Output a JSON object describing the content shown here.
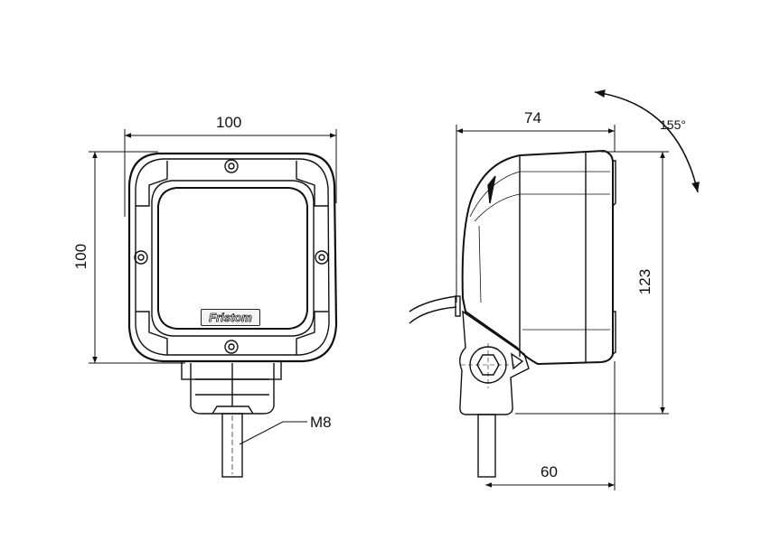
{
  "front_view": {
    "width_dim": "100",
    "height_dim": "100",
    "brand_logo": "Fristom",
    "thread_label": "M8"
  },
  "side_view": {
    "depth_dim": "74",
    "height_dim": "123",
    "mount_dim": "60",
    "rotation_label": "155°"
  }
}
